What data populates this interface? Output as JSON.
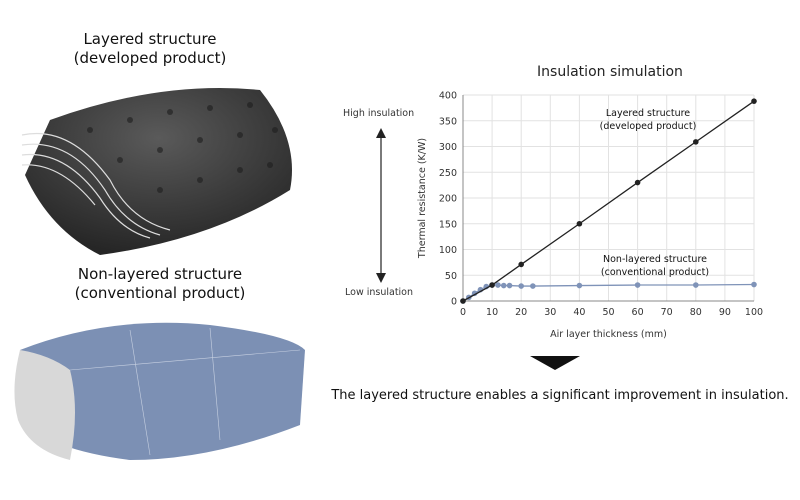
{
  "left": {
    "layered_title": [
      "Layered structure",
      "(developed product)"
    ],
    "nonlayered_title": [
      "Non-layered structure",
      "(conventional product)"
    ]
  },
  "scale": {
    "high": "High insulation",
    "low": "Low insulation"
  },
  "conclusion": "The layered structure enables a significant improvement in insulation.",
  "colors": {
    "layered": "#222222",
    "nonlayered": "#7f93b8",
    "pillow_blue": "#7c90b4",
    "pillow_dark": "#3d3d3d"
  },
  "chart_data": {
    "type": "line",
    "title": "Insulation simulation",
    "xlabel": "Air layer thickness (mm)",
    "ylabel": "Thermal resistance (K/W)",
    "xlim": [
      0,
      100
    ],
    "ylim": [
      0,
      400
    ],
    "xticks": [
      0,
      10,
      20,
      30,
      40,
      50,
      60,
      70,
      80,
      90,
      100
    ],
    "yticks": [
      0,
      50,
      100,
      150,
      200,
      250,
      300,
      350,
      400
    ],
    "grid": true,
    "series": [
      {
        "name": "Layered structure (developed product)",
        "annotation": [
          "Layered structure",
          "(developed product)"
        ],
        "color": "#222222",
        "x": [
          0,
          10,
          20,
          40,
          60,
          80,
          100
        ],
        "y": [
          0,
          31,
          71,
          150,
          230,
          309,
          388
        ]
      },
      {
        "name": "Non-layered structure (conventional product)",
        "annotation": [
          "Non-layered structure",
          "(conventional product)"
        ],
        "color": "#7f93b8",
        "x": [
          0,
          2,
          4,
          6,
          8,
          10,
          12,
          14,
          16,
          20,
          24,
          40,
          60,
          80,
          100
        ],
        "y": [
          0,
          7,
          15,
          22,
          28,
          31,
          31,
          30,
          30,
          29,
          29,
          30,
          31,
          31,
          32
        ]
      }
    ]
  }
}
